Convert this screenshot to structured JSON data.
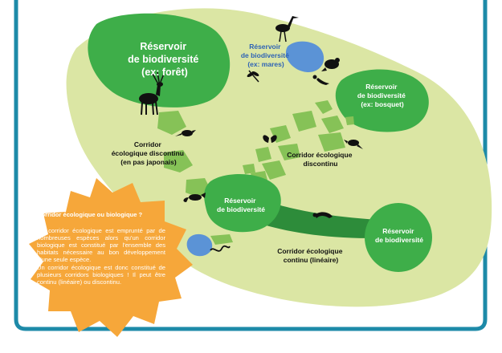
{
  "colors": {
    "frame": "#1d8aa8",
    "landscape": "#dbe6a4",
    "reservoir": "#3eae49",
    "corridor": "#2d8c3a",
    "patch": "#86c257",
    "water": "#5b93d6",
    "burst": "#f6a73a"
  },
  "reservoirs": {
    "foret": [
      "Réservoir",
      "de biodiversité",
      "(ex: forêt)"
    ],
    "mares": [
      "Réservoir",
      "de biodiversité",
      "(ex: mares)"
    ],
    "bosquet": [
      "Réservoir",
      "de biodiversité",
      "(ex: bosquet)"
    ],
    "center": [
      "Réservoir",
      "de biodiversité"
    ],
    "right": [
      "Réservoir",
      "de biodiversité"
    ]
  },
  "corridors": {
    "pas_japonais": [
      "Corridor",
      "écologique discontinu",
      "(en pas japonais)"
    ],
    "discontinu": [
      "Corridor écologique",
      "discontinu"
    ],
    "continu": [
      "Corridor écologique",
      "continu (linéaire)"
    ]
  },
  "animals": [
    "heron-icon",
    "frog-icon",
    "deer-icon",
    "dragonfly-icon",
    "lizard-icon",
    "bird-icon",
    "butterfly-icon",
    "fox-icon",
    "otter-icon",
    "snake-icon"
  ],
  "info": {
    "title": "Corridor écologique ou biologique ?",
    "paragraph1": "Un corridor écologique est emprunté par de nombreuses espèces alors qu'un corridor biologique est constitué par l'ensemble des habitats nécessaire au bon développement d'une seule espèce.",
    "paragraph2": "Un corridor écologique est donc constitué de plusieurs corridors biologiques ! Il peut être continu (linéaire) ou discontinu."
  }
}
